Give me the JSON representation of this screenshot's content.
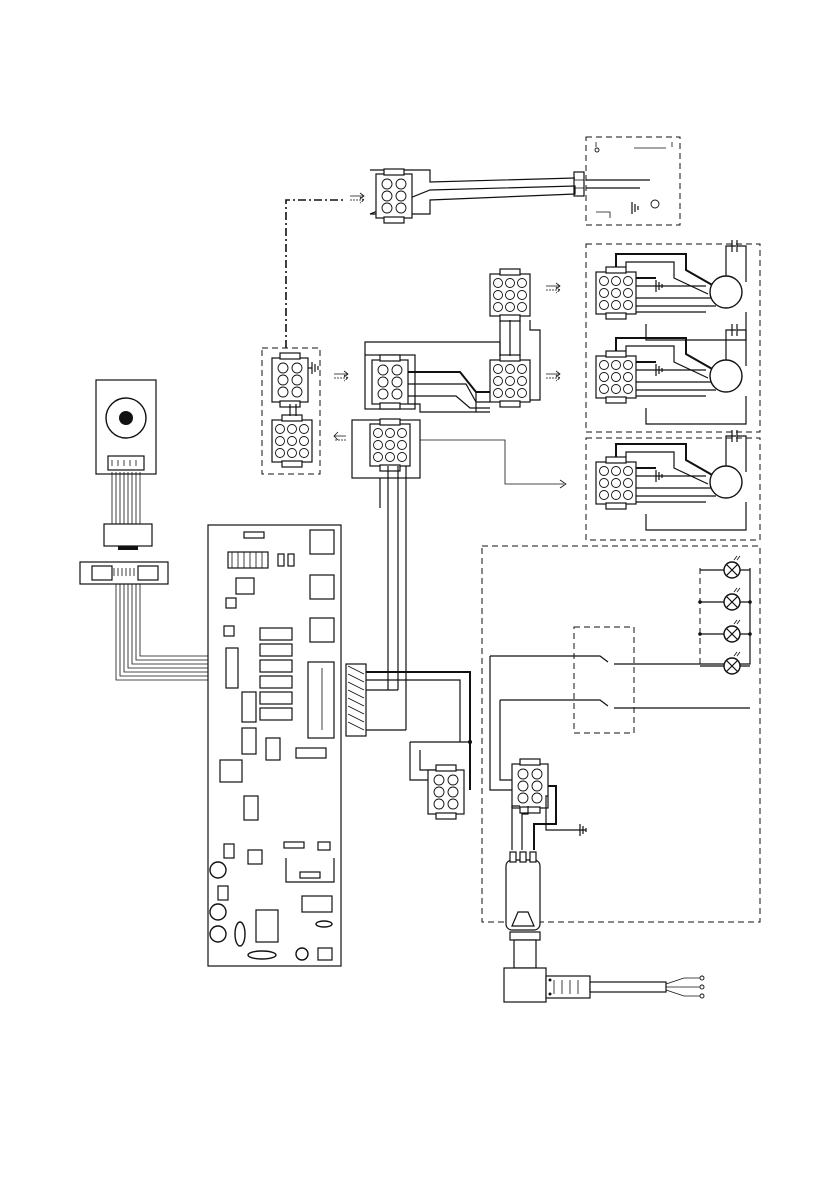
{
  "diagram": {
    "kind": "wiring-schematic",
    "labels": [],
    "components": {
      "display_module": "display-panel",
      "ribbon_cable": "flat-cable",
      "control_board": "main-control-board",
      "junction_box": "junction-connector-group",
      "motors": [
        "motor-1",
        "motor-2",
        "motor-3"
      ],
      "lamps": [
        "lamp-1",
        "lamp-2",
        "lamp-3",
        "lamp-4"
      ],
      "switch_box": "light-switch-box",
      "power_plug": "mains-plug",
      "top_right_unit": "sensor-unit"
    },
    "colors": {
      "line": "#111111",
      "background": "#ffffff"
    }
  }
}
